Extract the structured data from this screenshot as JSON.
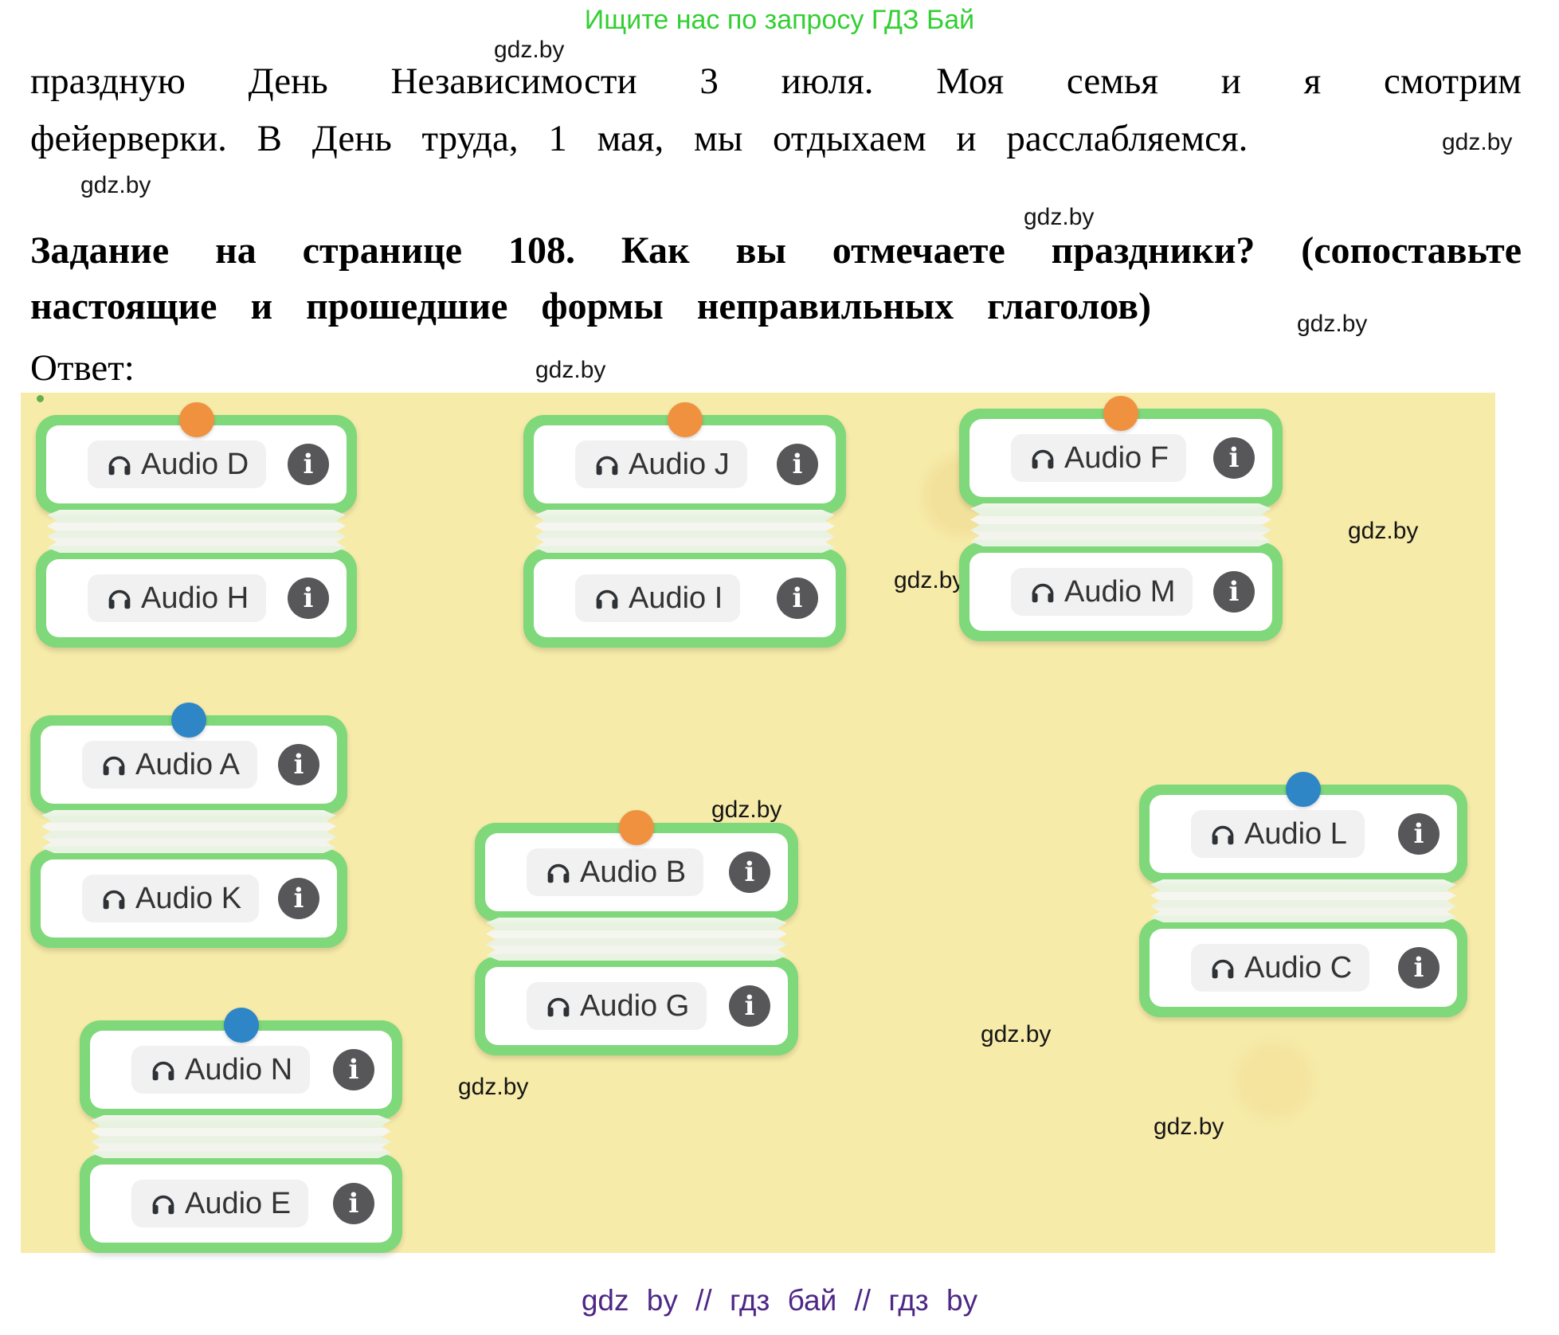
{
  "header": {
    "promo_line": "Ищите нас по запросу ГДЗ Бай",
    "paragraph_line1": "праздную День Независимости 3 июля. Моя семья и я смотрим",
    "paragraph_line2": "фейерверки. В День труда, 1 мая, мы отдыхаем и расслабляемся.",
    "task_heading_line1": "Задание на странице 108. Как вы отмечаете праздники? (сопоставьте",
    "task_heading_line2": "настоящие и прошедшие формы неправильных глаголов)",
    "answer_label": "Ответ:"
  },
  "watermark": {
    "text": "gdz.by"
  },
  "audio_groups": [
    {
      "top_label": "Audio D",
      "bottom_label": "Audio H",
      "dot_color": "orange"
    },
    {
      "top_label": "Audio J",
      "bottom_label": "Audio I",
      "dot_color": "orange"
    },
    {
      "top_label": "Audio F",
      "bottom_label": "Audio M",
      "dot_color": "orange"
    },
    {
      "top_label": "Audio A",
      "bottom_label": "Audio K",
      "dot_color": "blue"
    },
    {
      "top_label": "Audio B",
      "bottom_label": "Audio G",
      "dot_color": "orange"
    },
    {
      "top_label": "Audio L",
      "bottom_label": "Audio C",
      "dot_color": "blue"
    },
    {
      "top_label": "Audio N",
      "bottom_label": "Audio E",
      "dot_color": "blue"
    }
  ],
  "icons": {
    "info_glyph": "i"
  },
  "colors": {
    "panel_yellow": "#f7eba9",
    "card_green": "#7fd87a",
    "dot_orange": "#f0913f",
    "dot_blue": "#2e86c6",
    "promo_green": "#33cf33",
    "footer_purple": "#4e2786"
  },
  "footer": {
    "text": "gdz by // гдз бай // гдз by"
  }
}
